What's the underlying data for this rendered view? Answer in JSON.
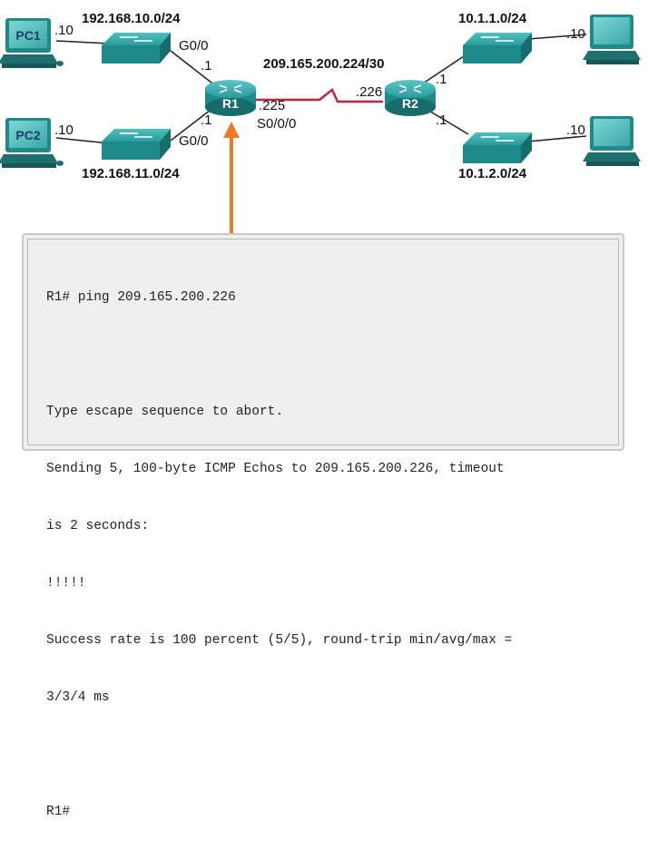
{
  "devices": {
    "pc1": "PC1",
    "pc2": "PC2",
    "r1": "R1",
    "r2": "R2"
  },
  "networks": {
    "lan_pc1": "192.168.10.0/24",
    "lan_pc2": "192.168.11.0/24",
    "wan": "209.165.200.224/30",
    "lan_r2_top": "10.1.1.0/24",
    "lan_r2_bottom": "10.1.2.0/24"
  },
  "interfaces": {
    "r1_g00_top": "G0/0",
    "r1_g00_bottom": "G0/0",
    "r1_s000": "S0/0/0"
  },
  "host_addresses": {
    "pc1": ".10",
    "pc2": ".10",
    "r1_top": ".1",
    "r1_bottom": ".1",
    "r1_wan": ".225",
    "r2_wan": ".226",
    "r2_top": ".1",
    "r2_bottom": ".1",
    "pc_r2_top": ".10",
    "pc_r2_bottom": ".10"
  },
  "colors": {
    "device_teal": "#1f8a8a",
    "serial_link": "#c4223a",
    "callout_arrow": "#ee7a24",
    "terminal_bg": "#efefef"
  },
  "terminal": {
    "lines": [
      "R1# ping 209.165.200.226",
      "",
      "Type escape sequence to abort.",
      "Sending 5, 100-byte ICMP Echos to 209.165.200.226, timeout",
      "is 2 seconds:",
      "!!!!!",
      "Success rate is 100 percent (5/5), round-trip min/avg/max =",
      "3/3/4 ms",
      "",
      "R1#"
    ]
  }
}
